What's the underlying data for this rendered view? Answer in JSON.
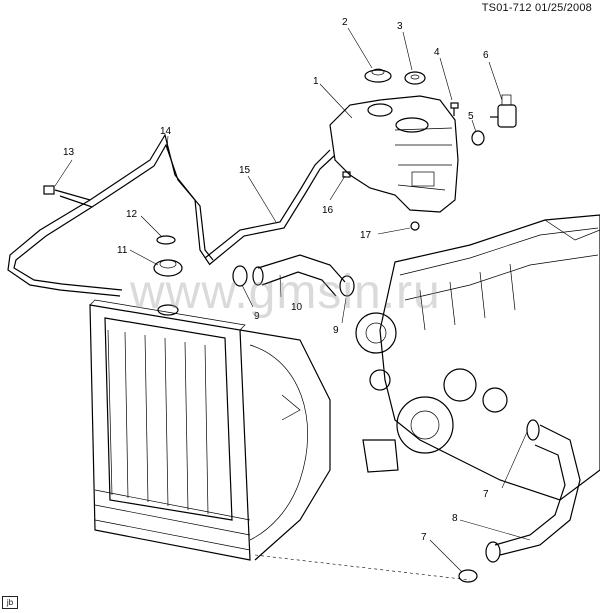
{
  "header": {
    "code": "TS01-712",
    "date": "01/25/2008"
  },
  "corner_badge": "jb",
  "watermark": "www.gmsin.ru",
  "callouts": [
    {
      "num": "1"
    },
    {
      "num": "2"
    },
    {
      "num": "3"
    },
    {
      "num": "4"
    },
    {
      "num": "5"
    },
    {
      "num": "6"
    },
    {
      "num": "7"
    },
    {
      "num": "8"
    },
    {
      "num": "9"
    },
    {
      "num": "10"
    },
    {
      "num": "11"
    },
    {
      "num": "12"
    },
    {
      "num": "13"
    },
    {
      "num": "14"
    },
    {
      "num": "15"
    },
    {
      "num": "16"
    },
    {
      "num": "17"
    },
    {
      "num": "9"
    },
    {
      "num": "7"
    }
  ],
  "colors": {
    "line": "#000000",
    "background": "#ffffff",
    "watermark": "#969696"
  }
}
